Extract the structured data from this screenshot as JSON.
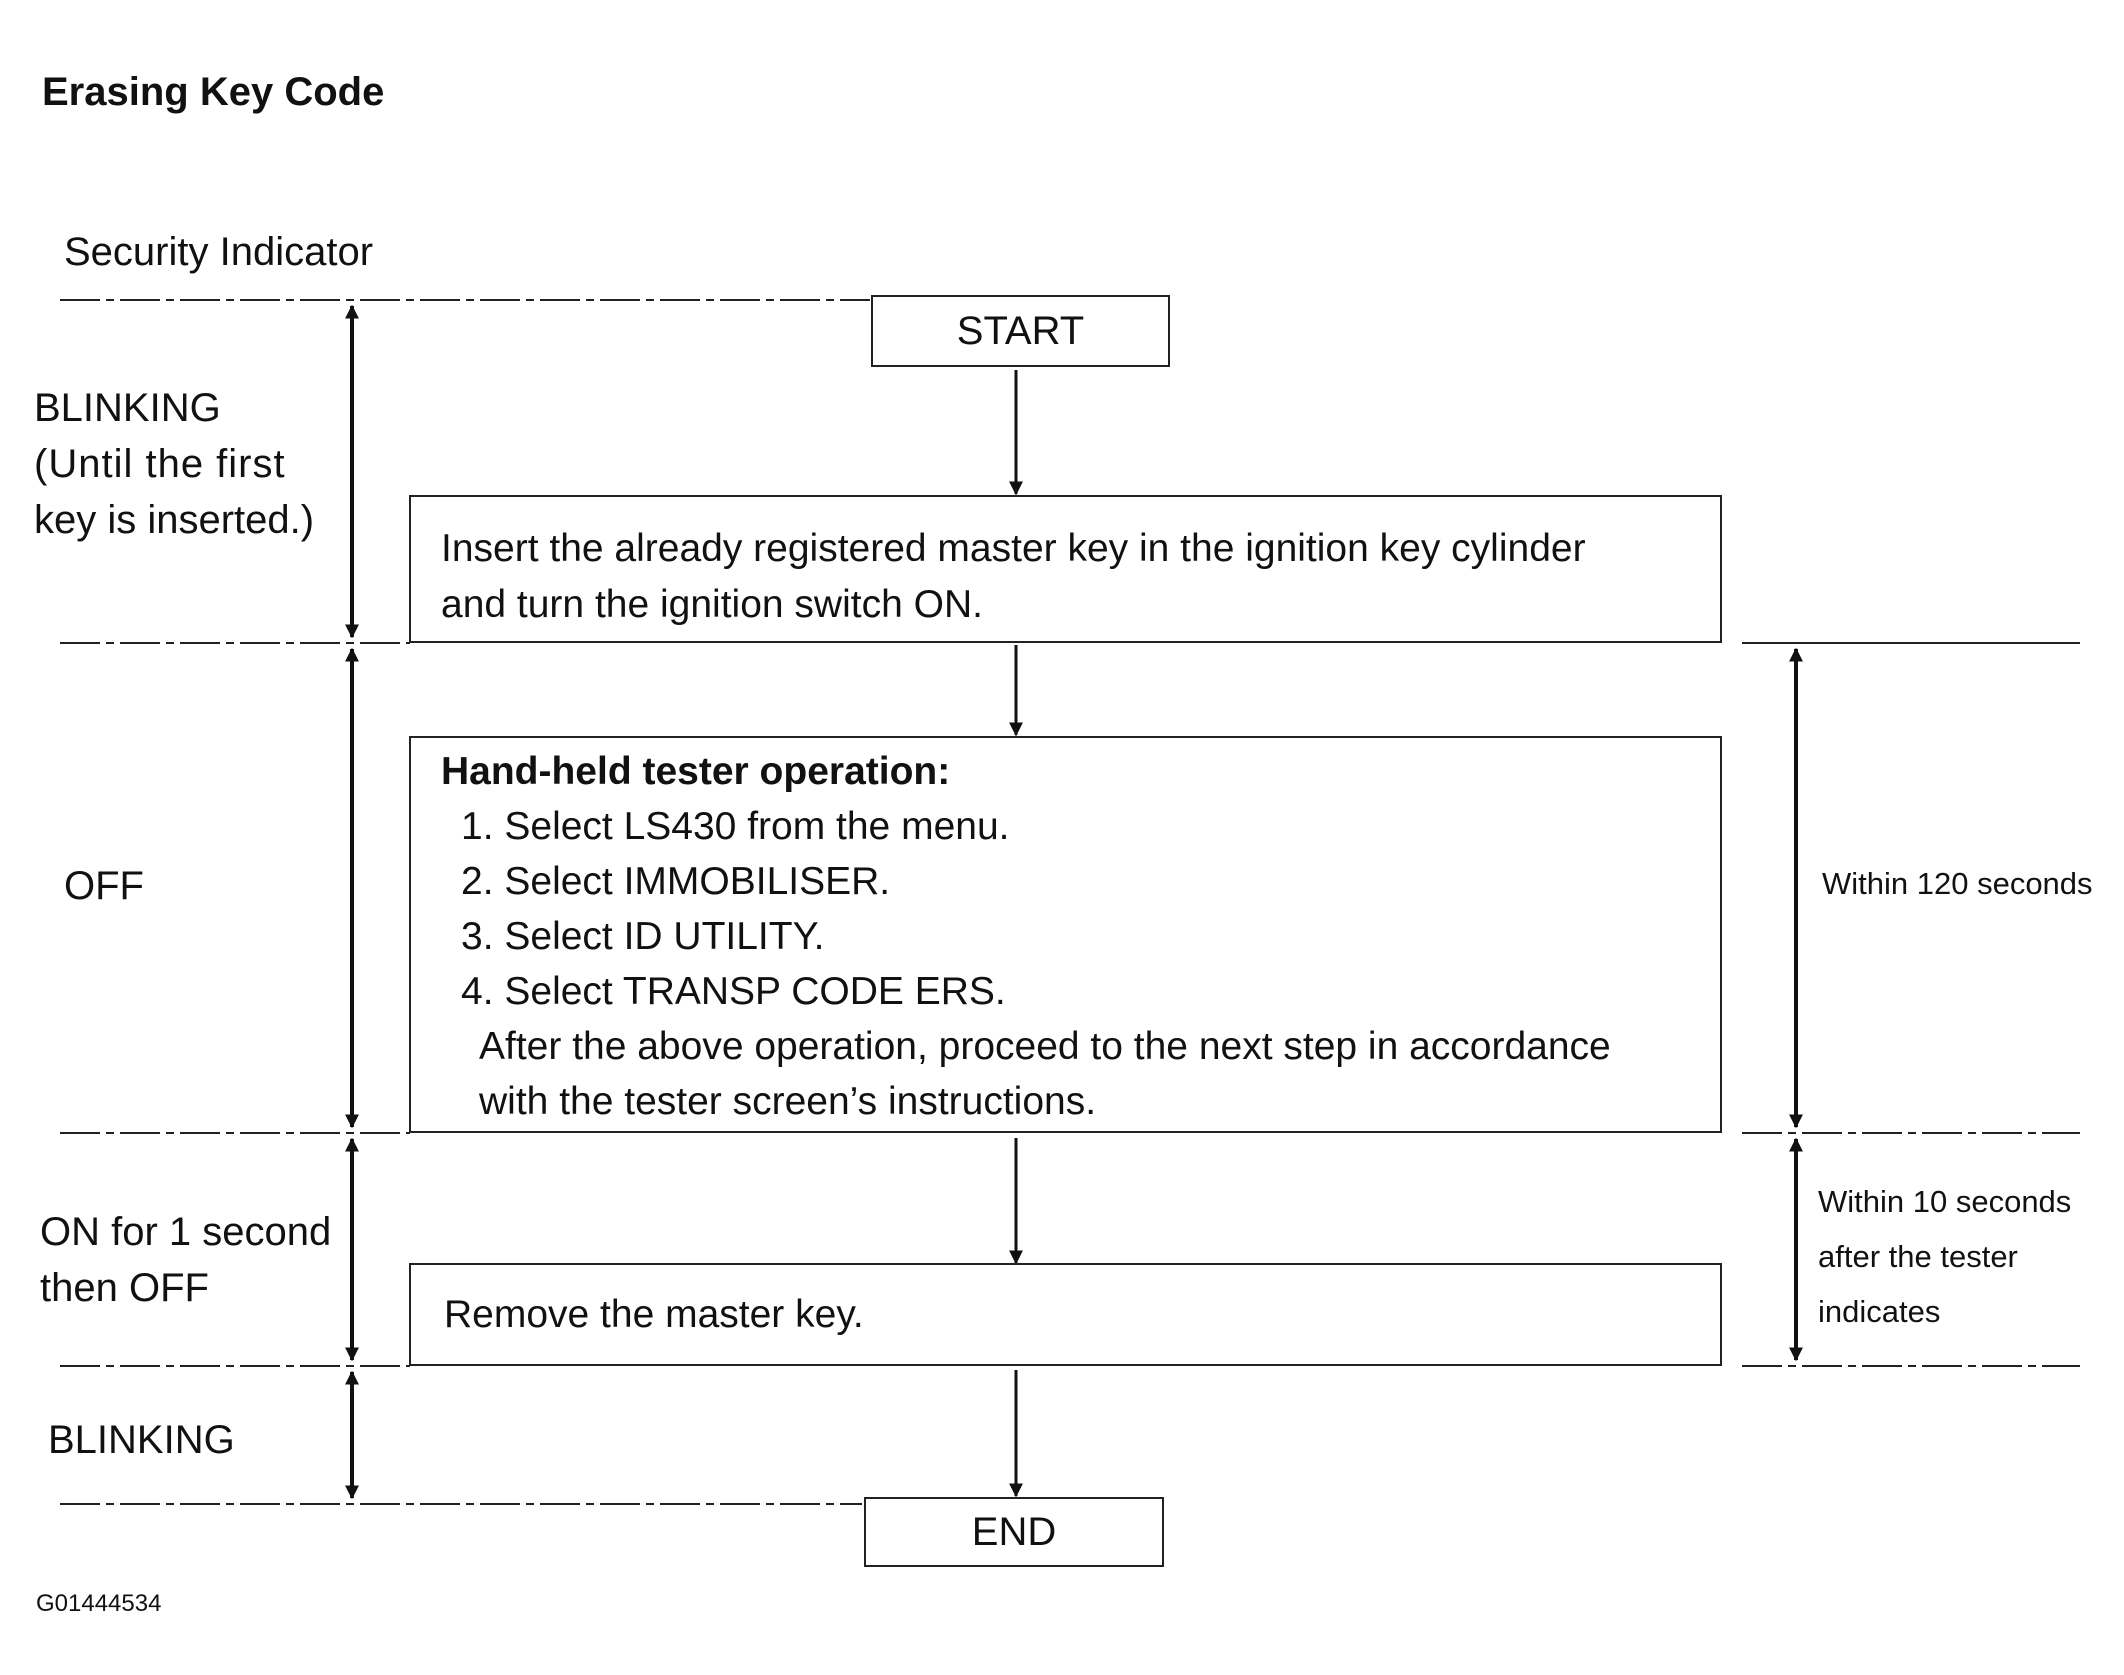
{
  "title": "Erasing Key Code",
  "indicator_header": "Security Indicator",
  "indicator_states": [
    {
      "line1": "BLINKING",
      "line2": "(Until the first",
      "line3": "key is inserted.)"
    },
    {
      "line1": "OFF"
    },
    {
      "line1": "ON for 1 second",
      "line2": "then OFF"
    },
    {
      "line1": "BLINKING"
    }
  ],
  "flow": {
    "start": "START",
    "step1": {
      "line1": "Insert the already registered master key in the ignition key cylinder",
      "line2": "and turn the ignition switch ON."
    },
    "step2": {
      "heading": "Hand-held tester operation:",
      "items": [
        "1. Select LS430 from the menu.",
        "2. Select IMMOBILISER.",
        "3. Select ID UTILITY.",
        "4. Select TRANSP CODE ERS."
      ],
      "note_line1": "After the above operation, proceed to the next step in accordance",
      "note_line2": "with the tester screen’s instructions."
    },
    "step3": "Remove the master key.",
    "end": "END"
  },
  "timing": {
    "first": "Within 120 seconds",
    "second": {
      "line1": "Within 10 seconds",
      "line2": "after the tester",
      "line3": "indicates"
    }
  },
  "figure_code": "G01444534"
}
